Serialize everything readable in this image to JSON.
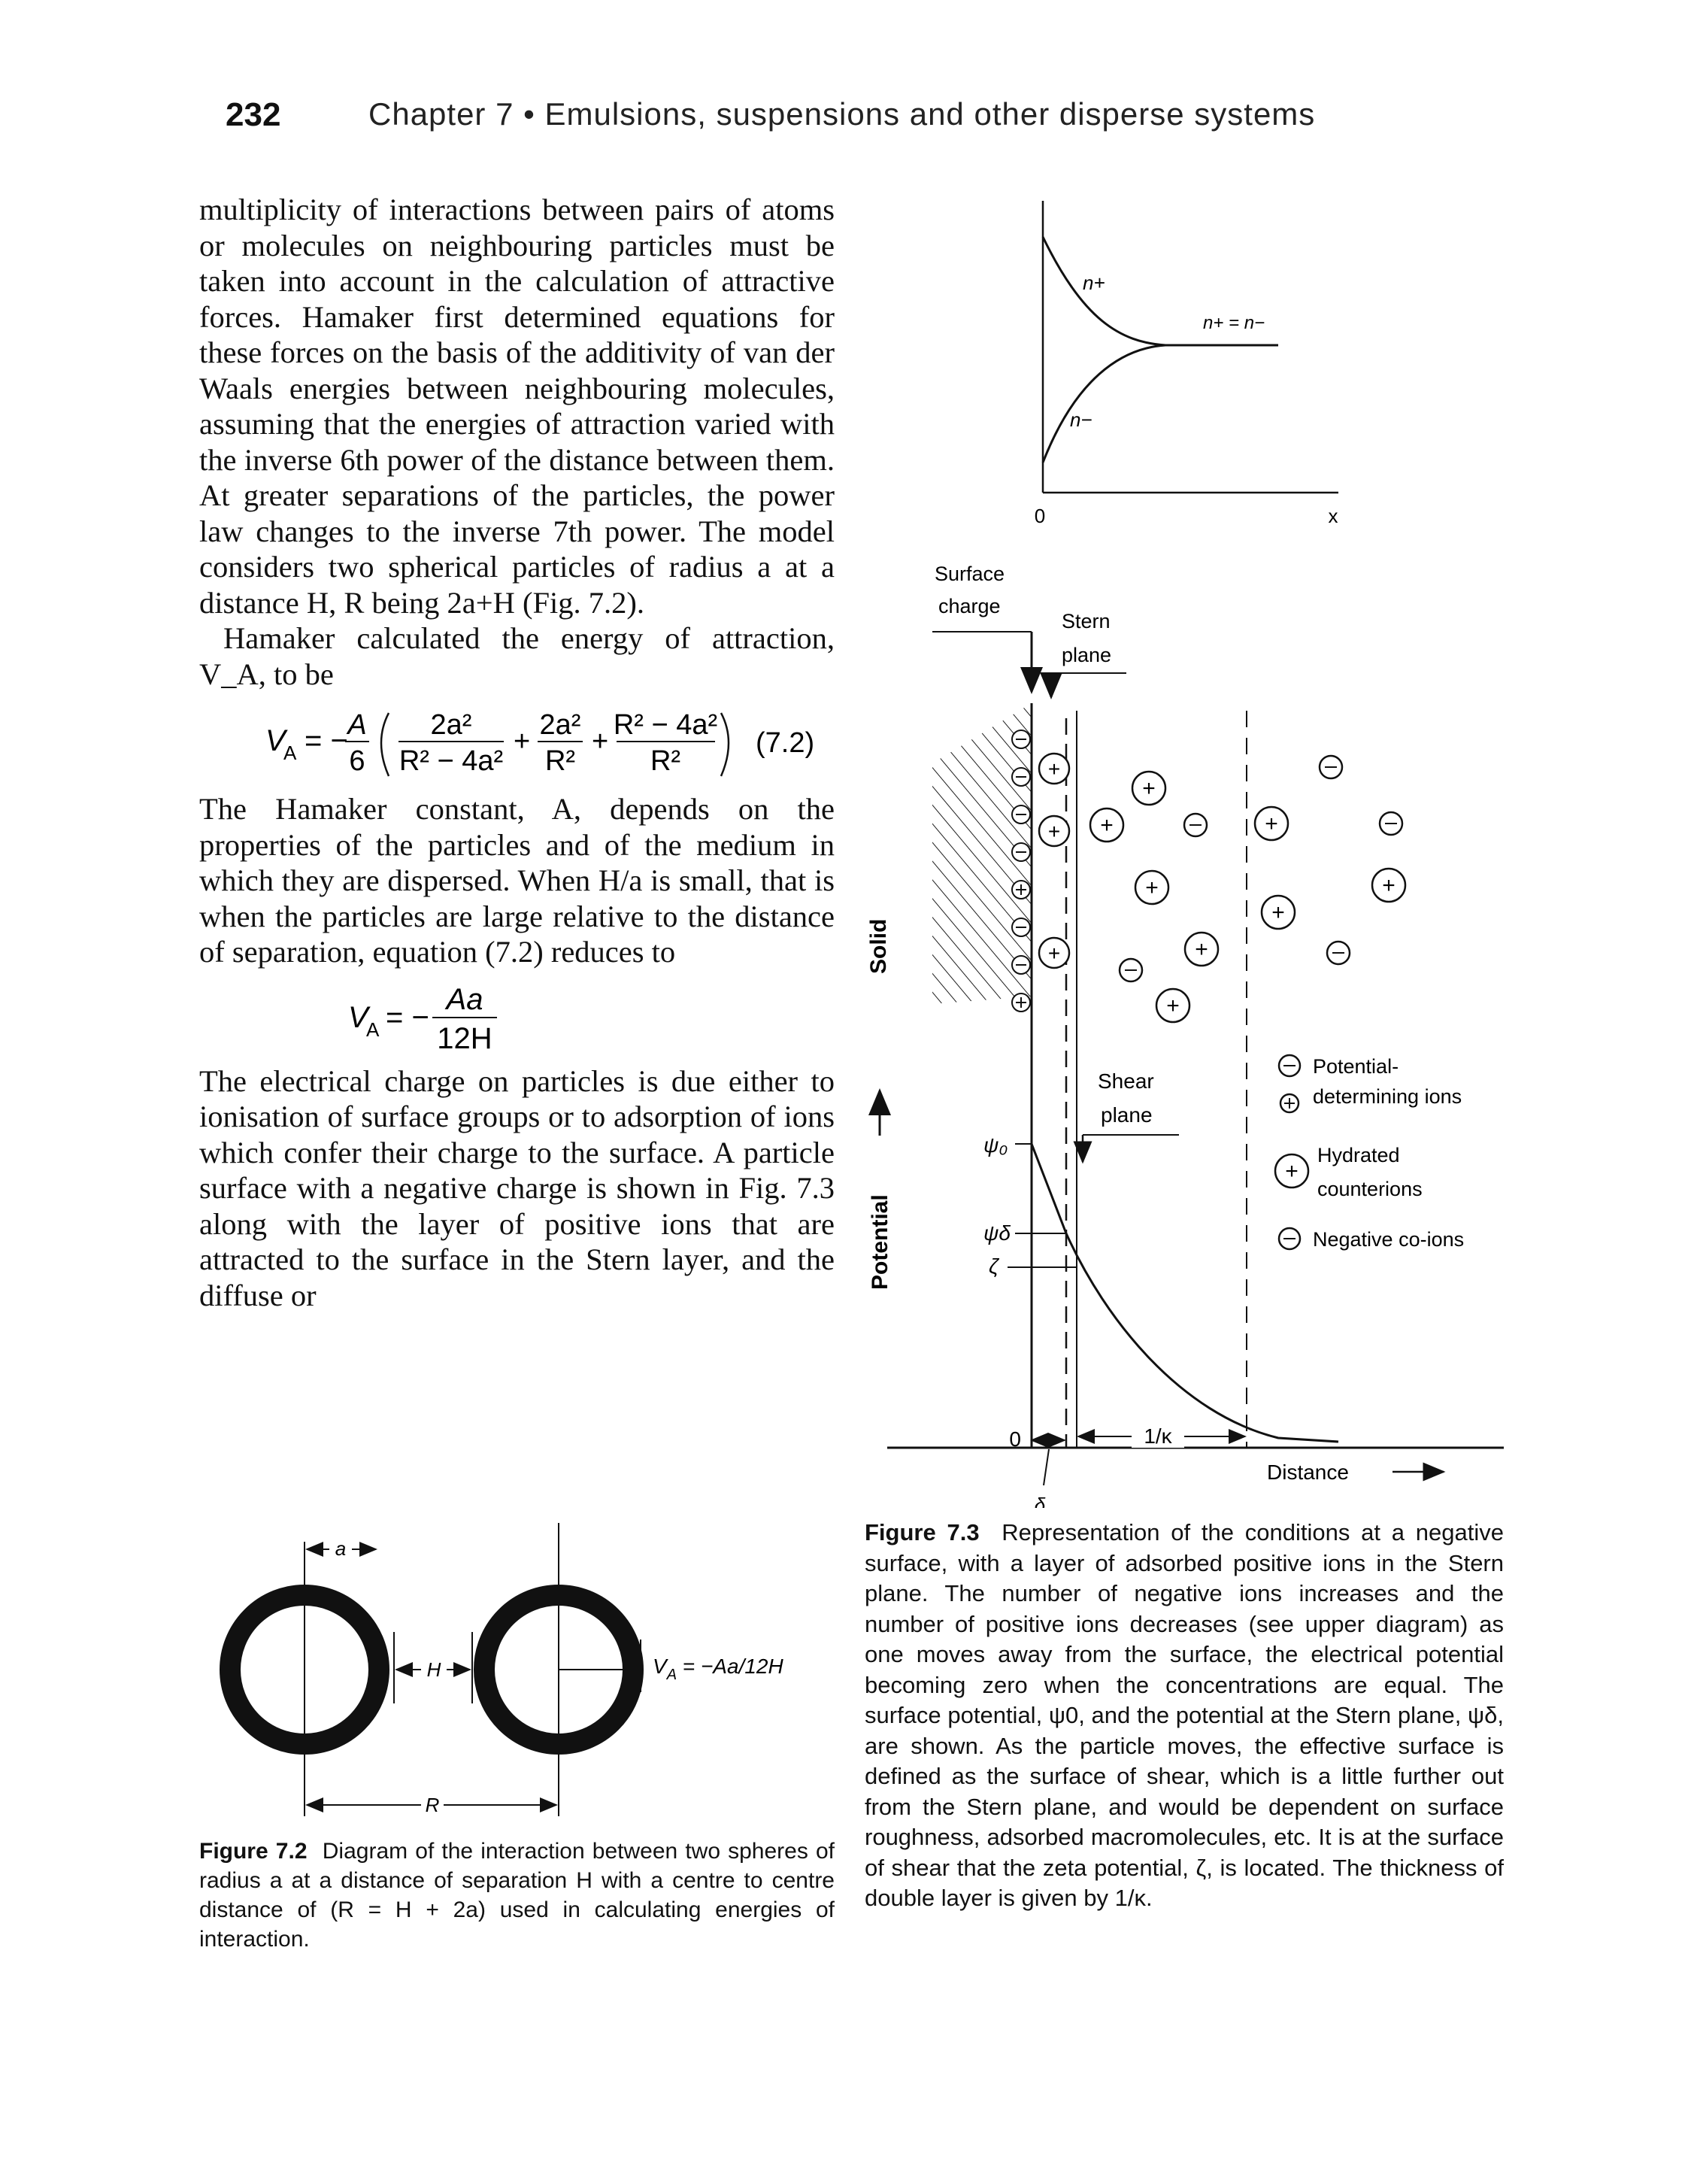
{
  "header": {
    "page_number": "232",
    "chapter_title": "Chapter 7  •  Emulsions, suspensions and other disperse systems"
  },
  "body": {
    "para1": "multiplicity of interactions between pairs of atoms or molecules on neighbouring particles must be taken into account in the calculation of attractive forces. Hamaker first determined equations for these forces on the basis of the additivity of van der Waals energies between neighbouring molecules, assuming that the energies of attraction varied with the inverse 6th power of the distance between them. At greater separations of the particles, the power law changes to the inverse 7th power. The model considers two spherical particles of radius a at a distance H, R being 2a+H (Fig. 7.2).",
    "para2": "Hamaker calculated the energy of attraction, V_A, to be",
    "eq72": {
      "lhs": "V",
      "lhs_sub": "A",
      "equals": "= −",
      "coef_num": "A",
      "coef_den": "6",
      "t1_num": "2a²",
      "t1_den": "R² − 4a²",
      "t2_num": "2a²",
      "t2_den": "R²",
      "t3_num": "R² − 4a²",
      "t3_den": "R²",
      "plus": "+",
      "number": "(7.2)"
    },
    "para3": "The Hamaker constant, A, depends on the properties of the particles and of the medium in which they are dispersed. When H/a is small, that is when the particles are large relative to the distance of separation, equation (7.2) reduces to",
    "eq_reduced": {
      "lhs": "V",
      "lhs_sub": "A",
      "equals": "= −",
      "num": "Aa",
      "den": "12H"
    },
    "para4": "The electrical charge on particles is due either to ionisation of surface groups or to adsorption of ions which confer their charge to the surface. A particle surface with a negative charge is shown in Fig. 7.3 along with the layer of positive ions that are attracted to the surface in the Stern layer, and the diffuse or"
  },
  "fig72": {
    "label_a": "a",
    "label_H": "H",
    "label_R": "R",
    "label_VA": "V",
    "label_VA_sub": "A",
    "label_VA_rest": " = −Aa/12H",
    "caption_label": "Figure 7.2",
    "caption_text": "Diagram of the interaction between two spheres of radius a at a distance of separation H with a centre to centre distance of (R = H + 2a) used in calculating energies of interaction."
  },
  "fig73": {
    "top": {
      "n_plus": "n+",
      "n_minus": "n−",
      "equal": "n+ = n−",
      "origin": "0",
      "x_axis": "x"
    },
    "surface_charge_1": "Surface",
    "surface_charge_2": "charge",
    "stern_1": "Stern",
    "stern_2": "plane",
    "solid": "Solid",
    "potential": "Potential",
    "shear_1": "Shear",
    "shear_2": "plane",
    "psi0": "ψ₀",
    "psi_delta": "ψδ",
    "zeta": "ζ",
    "origin": "0",
    "debye": "1/κ",
    "delta": "δ",
    "distance": "Distance",
    "plus_sign": "+",
    "minus_sign": "−",
    "legend": {
      "pdi_1": "Potential-",
      "pdi_2": "determining ions",
      "hyd_1": "Hydrated",
      "hyd_2": "counterions",
      "neg": "Negative co-ions"
    },
    "caption_label": "Figure 7.3",
    "caption_text": "Representation of the conditions at a negative surface, with a layer of adsorbed positive ions in the Stern plane. The number of negative ions increases and the number of positive ions decreases (see upper diagram) as one moves away from the surface, the electrical potential becoming zero when the concentrations are equal. The surface potential, ψ0, and the potential at the Stern plane, ψδ, are shown. As the particle moves, the effective surface is defined as the surface of shear, which is a little further out from the Stern plane, and would be dependent on surface roughness, adsorbed macromolecules, etc. It is at the surface of shear that the zeta potential, ζ, is located. The thickness of double layer is given by 1/κ."
  }
}
